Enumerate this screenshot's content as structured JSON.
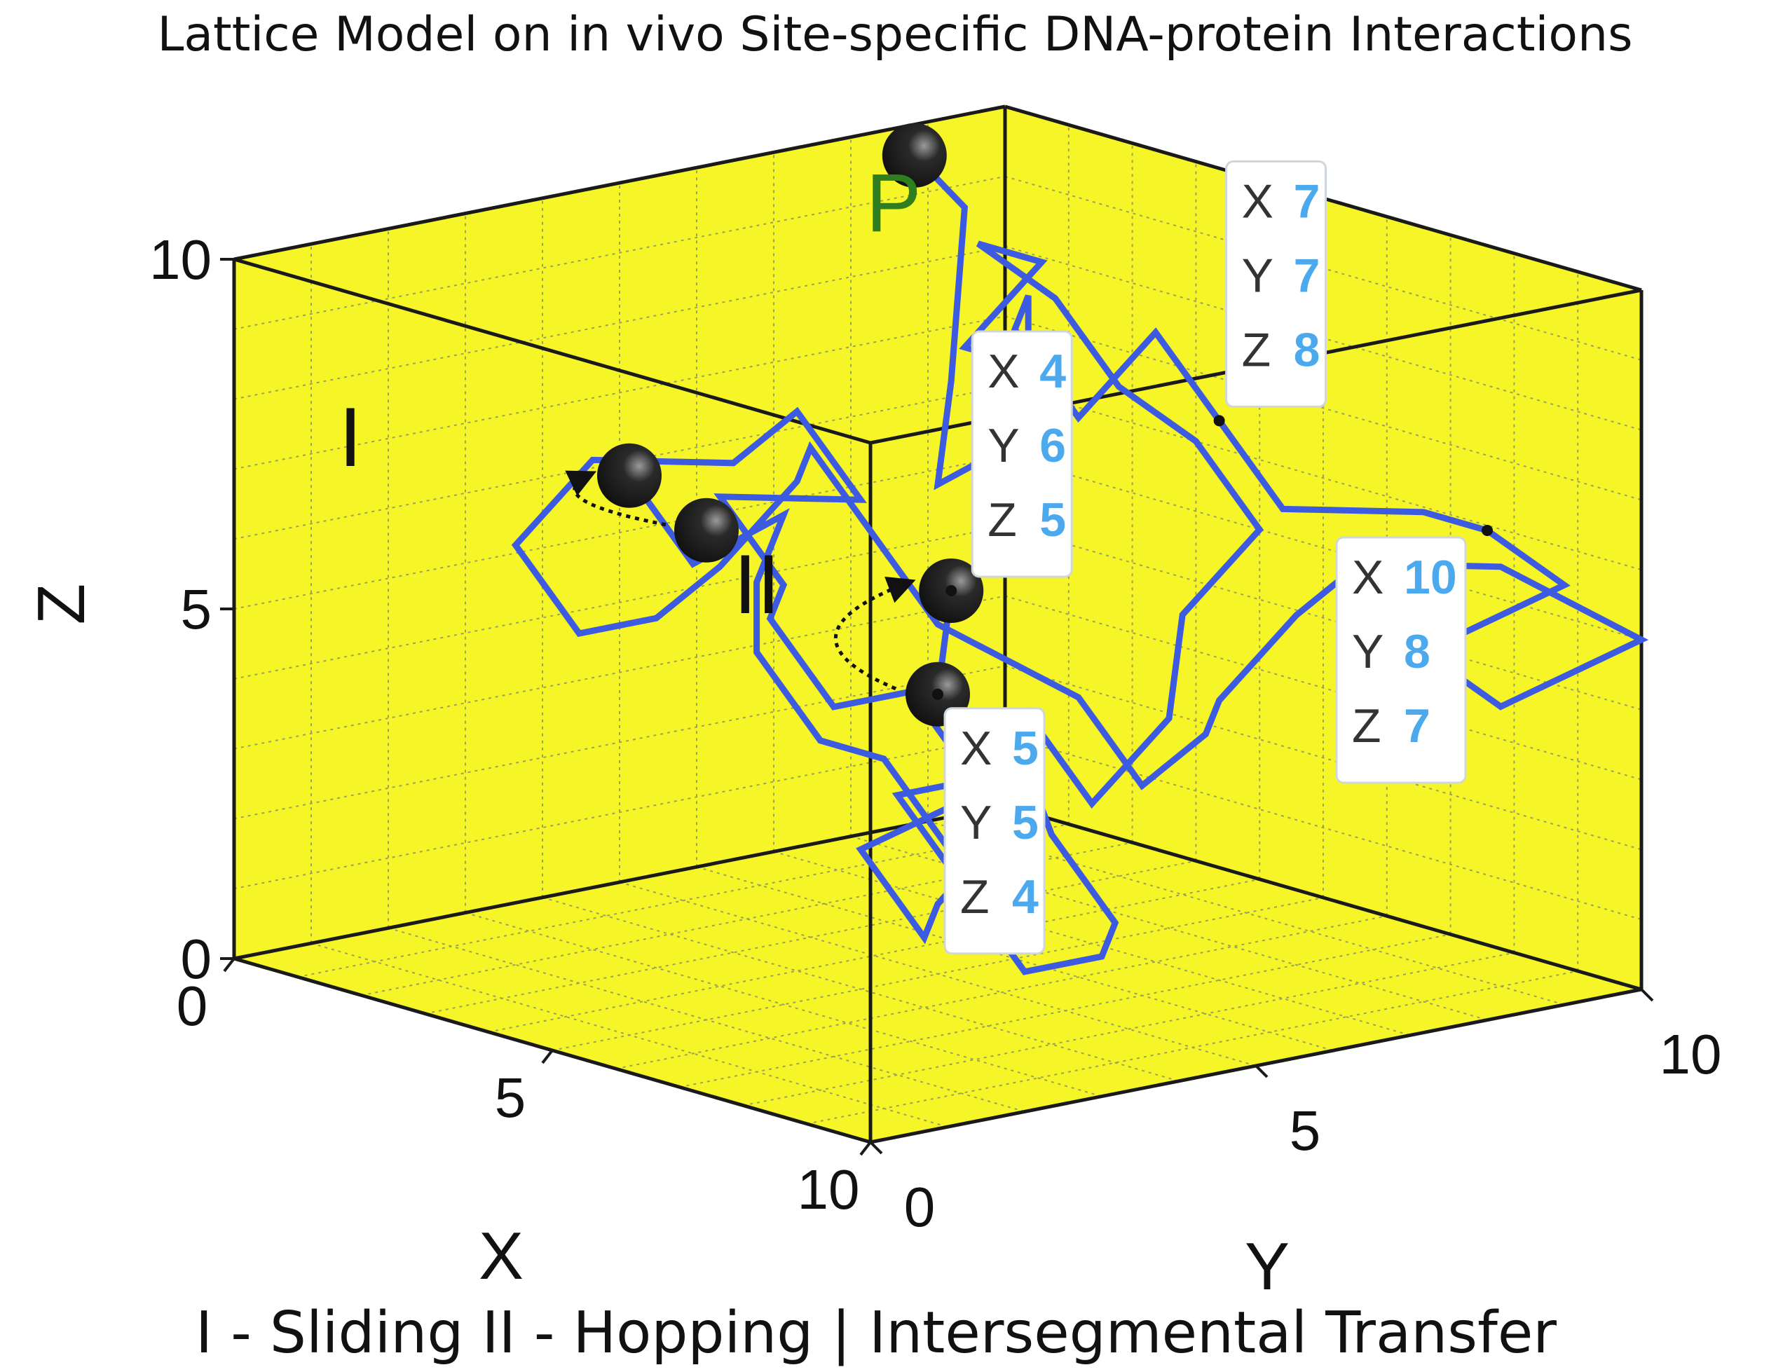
{
  "title": "Lattice Model on in vivo Site-specific DNA-protein Interactions",
  "caption": "I - Sliding II  - Hopping | Intersegmental Transfer",
  "colors": {
    "pane": "#f5f528",
    "line": "#3d5be0",
    "tip_value": "#4da9ee",
    "p_label": "#2e7d1e",
    "bead": "#111111"
  },
  "chart_data": {
    "type": "line",
    "dimensions": "3d",
    "title": "Lattice Model on in vivo Site-specific DNA-protein Interactions",
    "xlabel": "X",
    "ylabel": "Y",
    "zlabel": "Z",
    "xlim": [
      0,
      10
    ],
    "ylim": [
      0,
      10
    ],
    "zlim": [
      0,
      10
    ],
    "xticks": [
      "0",
      "5",
      "10"
    ],
    "yticks": [
      "0",
      "5",
      "10"
    ],
    "zticks": [
      "0",
      "5",
      "10"
    ],
    "grid": true,
    "series": [
      {
        "points": [
          [
            1,
            8,
            10
          ],
          [
            3,
            7,
            10
          ],
          [
            4,
            6,
            8
          ],
          [
            5,
            5,
            7
          ],
          [
            4,
            7,
            7
          ],
          [
            5,
            6,
            6
          ],
          [
            4,
            6,
            5
          ],
          [
            5,
            5,
            4
          ],
          [
            6,
            5,
            3
          ],
          [
            5,
            4,
            2
          ],
          [
            6,
            4,
            1
          ],
          [
            5,
            5,
            1
          ],
          [
            5,
            6,
            2
          ],
          [
            4,
            7,
            3
          ],
          [
            5,
            7,
            2
          ],
          [
            5,
            8,
            3
          ],
          [
            4,
            9,
            4
          ],
          [
            4,
            10,
            5
          ],
          [
            3,
            10,
            6
          ],
          [
            3,
            9,
            7
          ],
          [
            2,
            9,
            8
          ],
          [
            2,
            8,
            9
          ],
          [
            3,
            8,
            9
          ],
          [
            3,
            7,
            8
          ],
          [
            4,
            7,
            8
          ],
          [
            4,
            7,
            9
          ],
          [
            5,
            6,
            9
          ],
          [
            6,
            6,
            8
          ],
          [
            6,
            7,
            9
          ],
          [
            7,
            7,
            8
          ],
          [
            8,
            7,
            7
          ],
          [
            9,
            8,
            7
          ],
          [
            10,
            8,
            7
          ],
          [
            10,
            9,
            6
          ],
          [
            9,
            8,
            5
          ],
          [
            9,
            9,
            4
          ],
          [
            10,
            10,
            5
          ],
          [
            9,
            9,
            6
          ],
          [
            8,
            8,
            6
          ],
          [
            7,
            8,
            5
          ],
          [
            7,
            7,
            4
          ],
          [
            8,
            6,
            4
          ],
          [
            7,
            6,
            3
          ],
          [
            6,
            6,
            4
          ],
          [
            5,
            5,
            5
          ],
          [
            4,
            5,
            6
          ],
          [
            3,
            5,
            7
          ],
          [
            4,
            4,
            7
          ],
          [
            4,
            3,
            6
          ],
          [
            3,
            3,
            5
          ],
          [
            3,
            2,
            5
          ],
          [
            2,
            2,
            6
          ],
          [
            2,
            3,
            7
          ],
          [
            3,
            4,
            7
          ],
          [
            4,
            4,
            8
          ],
          [
            5,
            4,
            7
          ],
          [
            4,
            3,
            7
          ],
          [
            5,
            3,
            6
          ],
          [
            6,
            2,
            6
          ],
          [
            7,
            2,
            5
          ],
          [
            7,
            3,
            5
          ],
          [
            8,
            3,
            4
          ],
          [
            8,
            2,
            4
          ],
          [
            9,
            2,
            3
          ],
          [
            10,
            2,
            2
          ],
          [
            10,
            3,
            2
          ],
          [
            9,
            4,
            2
          ],
          [
            8,
            4,
            3
          ],
          [
            9,
            3,
            4
          ],
          [
            10,
            1,
            4
          ],
          [
            9,
            1,
            5
          ],
          [
            8,
            1,
            5
          ],
          [
            7,
            1,
            6
          ],
          [
            7,
            1,
            7
          ],
          [
            6,
            2,
            7
          ],
          [
            5,
            3,
            7
          ],
          [
            6,
            1,
            7
          ],
          [
            5,
            1,
            8
          ]
        ]
      }
    ],
    "markers": [
      {
        "label": "P",
        "point": [
          1,
          8,
          10
        ]
      },
      {
        "label": "I",
        "point": [
          5,
          1,
          8
        ]
      },
      {
        "label": "I",
        "point": [
          5,
          2,
          7
        ]
      },
      {
        "label": "II",
        "point": [
          4,
          6,
          5
        ]
      },
      {
        "label": "II",
        "point": [
          5,
          5,
          4
        ]
      }
    ],
    "data_tips": [
      {
        "point": [
          4,
          6,
          5
        ],
        "values": {
          "x": "4",
          "y": "6",
          "z": "5"
        }
      },
      {
        "point": [
          7,
          7,
          8
        ],
        "values": {
          "x": "7",
          "y": "7",
          "z": "8"
        }
      },
      {
        "point": [
          5,
          5,
          4
        ],
        "values": {
          "x": "5",
          "y": "5",
          "z": "4"
        }
      },
      {
        "point": [
          10,
          8,
          7
        ],
        "values": {
          "x": "10",
          "y": "8",
          "z": "7"
        }
      }
    ],
    "tip_keys": [
      "X",
      "Y",
      "Z"
    ],
    "annotations": [
      {
        "text": "P",
        "target": "start"
      },
      {
        "text": "I",
        "target": "sliding"
      },
      {
        "text": "II",
        "target": "hopping"
      }
    ]
  }
}
